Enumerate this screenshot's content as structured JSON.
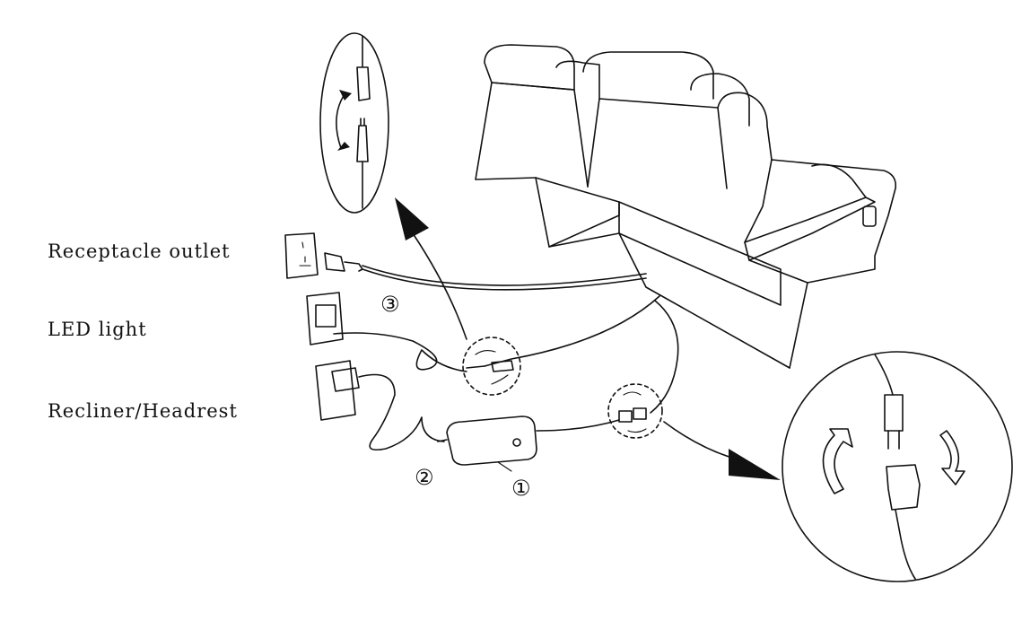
{
  "labels": {
    "receptacle": "Receptacle outlet",
    "led": "LED light",
    "recliner": "Recliner/Headrest"
  },
  "callouts": {
    "power_supply": "①",
    "recliner_adapter": "②",
    "led_adapter": "③"
  }
}
